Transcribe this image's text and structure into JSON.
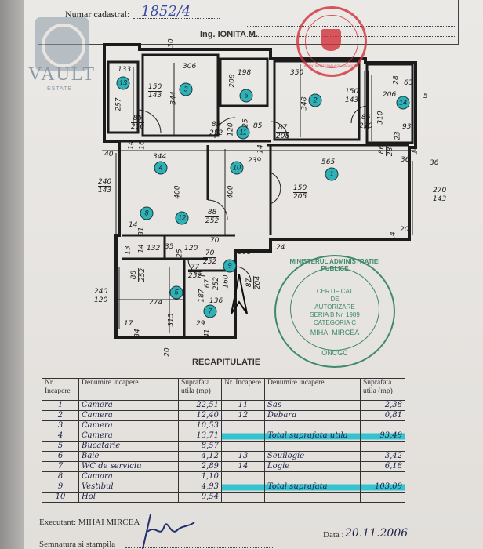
{
  "header": {
    "cadastral_label": "Numar cadastral:",
    "cadastral_value": "1852/4",
    "engineer": "Ing. IONITA M."
  },
  "watermark": {
    "brand": "VAULT",
    "sub": "ESTATE"
  },
  "plan": {
    "rooms": [
      "1",
      "2",
      "3",
      "4",
      "5",
      "6",
      "7",
      "8",
      "9",
      "10",
      "11",
      "12",
      "13",
      "14"
    ],
    "dims": [
      "30",
      "133",
      "306",
      "198",
      "350",
      "28",
      "63",
      "257",
      "344",
      "208",
      "348",
      "206",
      "5",
      "310",
      "93",
      "23",
      "36",
      "36",
      "16",
      "40",
      "14",
      "16",
      "344",
      "239",
      "565",
      "120",
      "25",
      "85",
      "14",
      "400",
      "400",
      "20",
      "14",
      "14",
      "31",
      "132",
      "14",
      "13",
      "35",
      "25",
      "120",
      "70",
      "308",
      "24",
      "274",
      "315",
      "187",
      "136",
      "160",
      "29",
      "41",
      "17",
      "34",
      "20"
    ],
    "openings": [
      [
        "150",
        "143"
      ],
      [
        "85",
        "210"
      ],
      [
        "89",
        "252"
      ],
      [
        "87",
        "208"
      ],
      [
        "150",
        "143"
      ],
      [
        "86",
        "210"
      ],
      [
        "86",
        "287"
      ],
      [
        "150",
        "205"
      ],
      [
        "270",
        "143"
      ],
      [
        "240",
        "143"
      ],
      [
        "88",
        "252"
      ],
      [
        "70",
        "252"
      ],
      [
        "77",
        "252"
      ],
      [
        "88",
        "252"
      ],
      [
        "67",
        "252"
      ],
      [
        "87",
        "204"
      ],
      [
        "240",
        "120"
      ]
    ]
  },
  "stamps": {
    "red": "AGENTIA NATIONALA DE CADASTRU",
    "green": {
      "ring": "MINISTERUL ADMINISTRATIEI PUBLICE",
      "l1": "CERTIFICAT",
      "l2": "DE",
      "l3": "AUTORIZARE",
      "l4": "SERIA B Nr. 1989",
      "l5": "CATEGORIA C",
      "l6": "MIHAI MIRCEA",
      "bottom": "ONCGC"
    }
  },
  "recap": {
    "title": "RECAPITULATIE",
    "headers": {
      "nr": "Nr. Incapere",
      "name": "Denumire incapere",
      "area": "Suprafata utila (mp)"
    },
    "left": [
      {
        "nr": "1",
        "name": "Camera",
        "area": "22,51"
      },
      {
        "nr": "2",
        "name": "Camera",
        "area": "12,40"
      },
      {
        "nr": "3",
        "name": "Camera",
        "area": "10,53"
      },
      {
        "nr": "4",
        "name": "Camera",
        "area": "13,71"
      },
      {
        "nr": "5",
        "name": "Bucatarie",
        "area": "8,57"
      },
      {
        "nr": "6",
        "name": "Baie",
        "area": "4,12"
      },
      {
        "nr": "7",
        "name": "WC de serviciu",
        "area": "2,89"
      },
      {
        "nr": "8",
        "name": "Camara",
        "area": "1,10"
      },
      {
        "nr": "9",
        "name": "Vestibul",
        "area": "4,93"
      },
      {
        "nr": "10",
        "name": "Hol",
        "area": "9,54"
      }
    ],
    "right": [
      {
        "nr": "11",
        "name": "Sas",
        "area": "2,38"
      },
      {
        "nr": "12",
        "name": "Debara",
        "area": "0,81"
      },
      {
        "nr": "",
        "name": "",
        "area": ""
      },
      {
        "nr": "",
        "name": "Total suprafata utila",
        "area": "93,49",
        "highlight": true
      },
      {
        "nr": "",
        "name": "",
        "area": ""
      },
      {
        "nr": "13",
        "name": "Seuilogie",
        "area": "3,42"
      },
      {
        "nr": "14",
        "name": "Logie",
        "area": "6,18"
      },
      {
        "nr": "",
        "name": "",
        "area": ""
      },
      {
        "nr": "",
        "name": "Total suprafata",
        "area": "103,09",
        "highlight": true
      },
      {
        "nr": "",
        "name": "",
        "area": ""
      }
    ]
  },
  "footer": {
    "executant": "Executant: MIHAI MIRCEA",
    "signature_label": "Semnatura si stampila",
    "date_label": "Data :",
    "date_value": "20.11.2006"
  },
  "colors": {
    "highlight": "#34c3cf",
    "room_badge": "#2fb1b6",
    "red_stamp": "#d2303a",
    "green_stamp": "#3f8a6a"
  }
}
